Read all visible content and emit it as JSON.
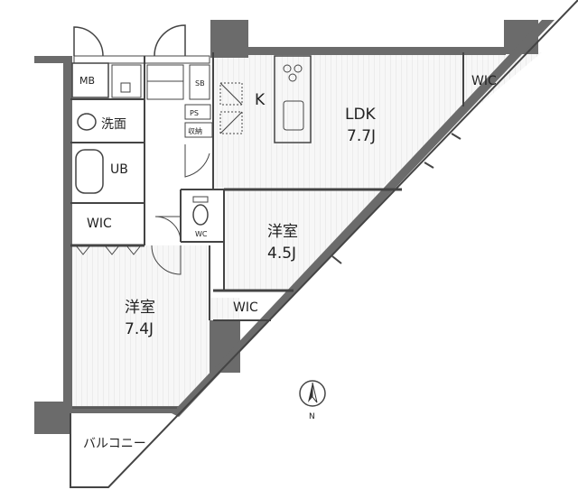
{
  "rooms": {
    "ldk_name": "LDK",
    "ldk_size": "7.7J",
    "kitchen": "K",
    "wic_top": "WIC",
    "bedroom_small_name": "洋室",
    "bedroom_small_size": "4.5J",
    "bedroom_large_name": "洋室",
    "bedroom_large_size": "7.4J",
    "wic_left": "WIC",
    "wic_middle": "WIC",
    "mb": "MB",
    "washroom": "洗面",
    "bath": "UB",
    "balcony": "バルコニー",
    "sb": "SB",
    "storage": "収納",
    "toilet": "WC",
    "ps": "PS"
  },
  "compass": {
    "north_label": "N"
  },
  "colors": {
    "wall": "#6b6b6b",
    "floor": "#f4f4f4",
    "line": "#444444"
  }
}
